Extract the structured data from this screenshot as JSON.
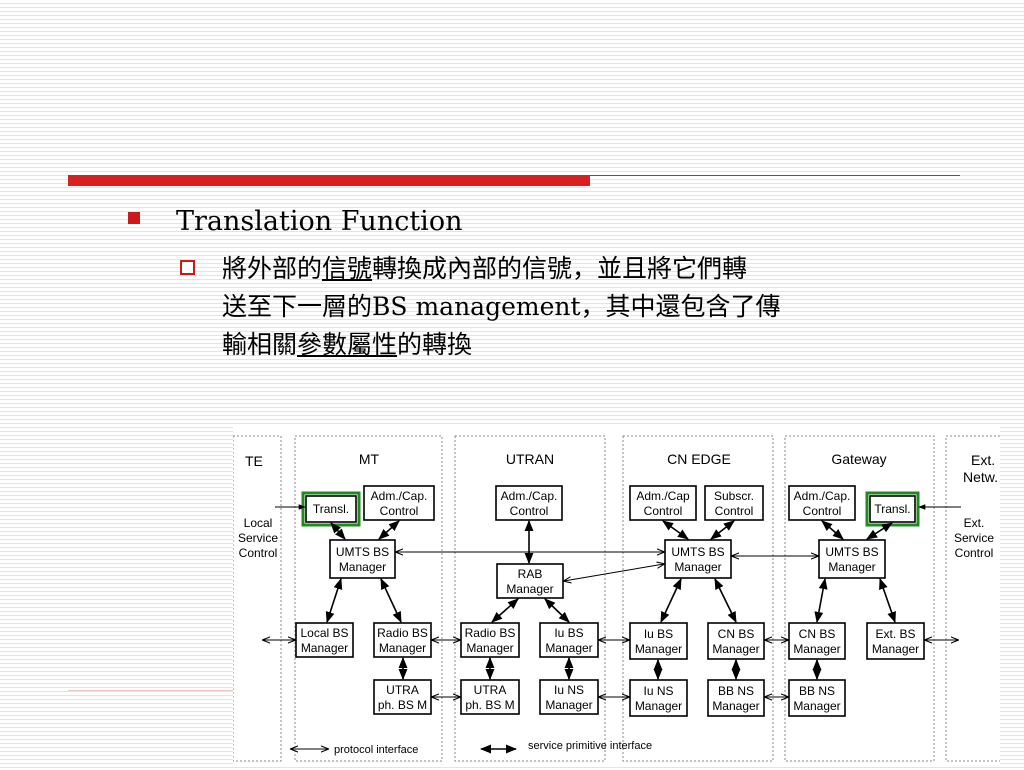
{
  "slide": {
    "bullet1": "Translation Function",
    "sub_parts": [
      {
        "t": "將外部的",
        "u": false,
        "en": false
      },
      {
        "t": "信號",
        "u": true,
        "en": false
      },
      {
        "t": "轉換成內部的信號，並且將它們轉",
        "u": false,
        "en": false
      }
    ],
    "line2": [
      {
        "t": "送至下一層的",
        "u": false,
        "en": false
      },
      {
        "t": "BS management",
        "u": false,
        "en": true
      },
      {
        "t": "，其中還包含了傳",
        "u": false,
        "en": false
      }
    ],
    "line3": [
      {
        "t": "輸相關",
        "u": false,
        "en": false
      },
      {
        "t": "參數屬性",
        "u": true,
        "en": false
      },
      {
        "t": "的轉換",
        "u": false,
        "en": false
      }
    ]
  },
  "diagram": {
    "columns": {
      "te": "TE",
      "mt": "MT",
      "utran": "UTRAN",
      "cn_edge": "CN EDGE",
      "gateway": "Gateway",
      "ext_line1": "Ext.",
      "ext_line2": "Netw."
    },
    "side_labels": {
      "local": [
        "Local",
        "Service",
        "Control"
      ],
      "ext": [
        "Ext.",
        "Service",
        "Control"
      ]
    },
    "boxes": {
      "mt_transl": [
        "Transl."
      ],
      "mt_admcap": [
        "Adm./Cap.",
        "Control"
      ],
      "mt_umts": [
        "UMTS BS",
        "Manager"
      ],
      "mt_local": [
        "Local BS",
        "Manager"
      ],
      "mt_radio": [
        "Radio BS",
        "Manager"
      ],
      "mt_utra": [
        "UTRA",
        "ph. BS M"
      ],
      "ut_admcap": [
        "Adm./Cap.",
        "Control"
      ],
      "ut_rab": [
        "RAB",
        "Manager"
      ],
      "ut_radio": [
        "Radio BS",
        "Manager"
      ],
      "ut_iu": [
        "Iu BS",
        "Manager"
      ],
      "ut_utra": [
        "UTRA",
        "ph. BS M"
      ],
      "ut_iuns": [
        "Iu NS",
        "Manager"
      ],
      "cn_admcap": [
        "Adm./Cap",
        "Control"
      ],
      "cn_subscr": [
        "Subscr.",
        "Control"
      ],
      "cn_umts": [
        "UMTS BS",
        "Manager"
      ],
      "cn_iu": [
        "Iu BS",
        "Manager"
      ],
      "cn_cnbs": [
        "CN BS",
        "Manager"
      ],
      "cn_iuns": [
        "Iu NS",
        "Manager"
      ],
      "cn_bbns": [
        "BB NS",
        "Manager"
      ],
      "gw_admcap": [
        "Adm./Cap.",
        "Control"
      ],
      "gw_transl": [
        "Transl."
      ],
      "gw_umts": [
        "UMTS BS",
        "Manager"
      ],
      "gw_cnbs": [
        "CN BS",
        "Manager"
      ],
      "gw_ext": [
        "Ext. BS",
        "Manager"
      ],
      "gw_bbns": [
        "BB NS",
        "Manager"
      ]
    },
    "legend": {
      "protocol": "protocol interface",
      "service": "service primitive interface"
    },
    "colors": {
      "highlight": "#1f8a1f",
      "accent_red": "#d7201f"
    }
  }
}
